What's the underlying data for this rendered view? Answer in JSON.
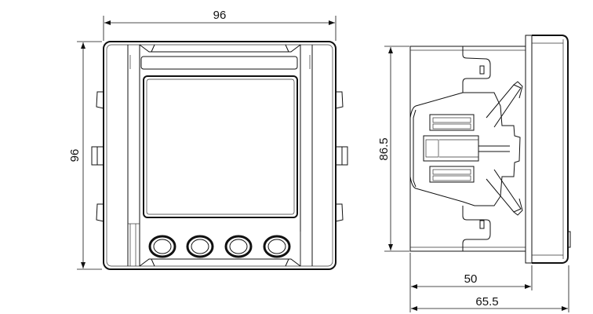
{
  "drawing": {
    "front_view": {
      "width_label": "96",
      "height_label": "96",
      "button_count": 4
    },
    "side_view": {
      "height_label": "86.5",
      "depth_body_label": "50",
      "depth_total_label": "65.5"
    }
  }
}
